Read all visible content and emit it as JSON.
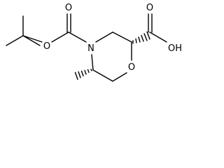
{
  "structure": {
    "description_visible_text_only": true,
    "atoms": {
      "ester_oxygen": "O",
      "carbonyl_oxygen_boc": "O",
      "ring_nitrogen": "N",
      "ring_oxygen": "O",
      "carbonyl_oxygen_acid": "O",
      "hydroxyl": "OH"
    },
    "colors": {
      "bond": "#000000",
      "text": "#000000",
      "background": "#ffffff"
    }
  }
}
